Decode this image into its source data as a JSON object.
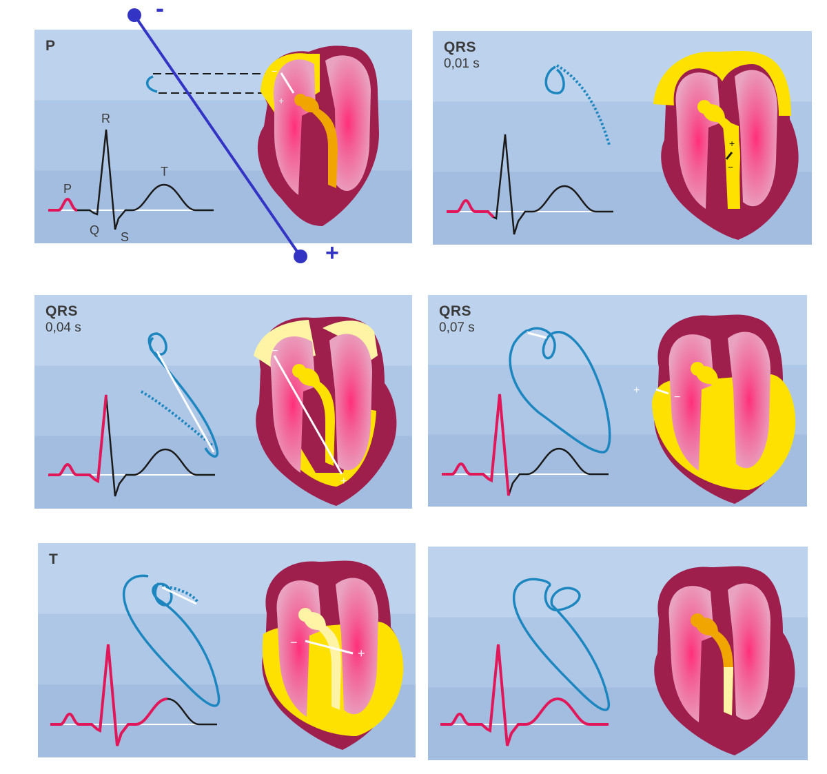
{
  "colors": {
    "panel_bg": "#afc7e6",
    "myocardium": "#9e1f4c",
    "chamber_pink": "#e8306f",
    "depolarized_yellow": "#ffe100",
    "conduction_orange": "#f0a500",
    "loop_blue": "#1e86bf",
    "ecg_black": "#1a1a1a",
    "ecg_highlight": "#e0185a",
    "lead_line": "#3434c4"
  },
  "lead": {
    "minus_label": "-",
    "plus_label": "+"
  },
  "panels": [
    {
      "title": "P",
      "time": "",
      "wave_labels": {
        "p": "P",
        "q": "Q",
        "r": "R",
        "s": "S",
        "t": "T"
      },
      "vector_minus": "−",
      "vector_plus": "+"
    },
    {
      "title": "QRS",
      "time": "0,01 s",
      "vector_minus": "−",
      "vector_plus": "+"
    },
    {
      "title": "QRS",
      "time": "0,04 s",
      "vector_minus": "−",
      "vector_plus": "+"
    },
    {
      "title": "QRS",
      "time": "0,07 s",
      "vector_minus": "−",
      "vector_plus": "+"
    },
    {
      "title": "T",
      "time": "",
      "vector_minus": "−",
      "vector_plus": "+"
    },
    {
      "title": "",
      "time": ""
    }
  ]
}
